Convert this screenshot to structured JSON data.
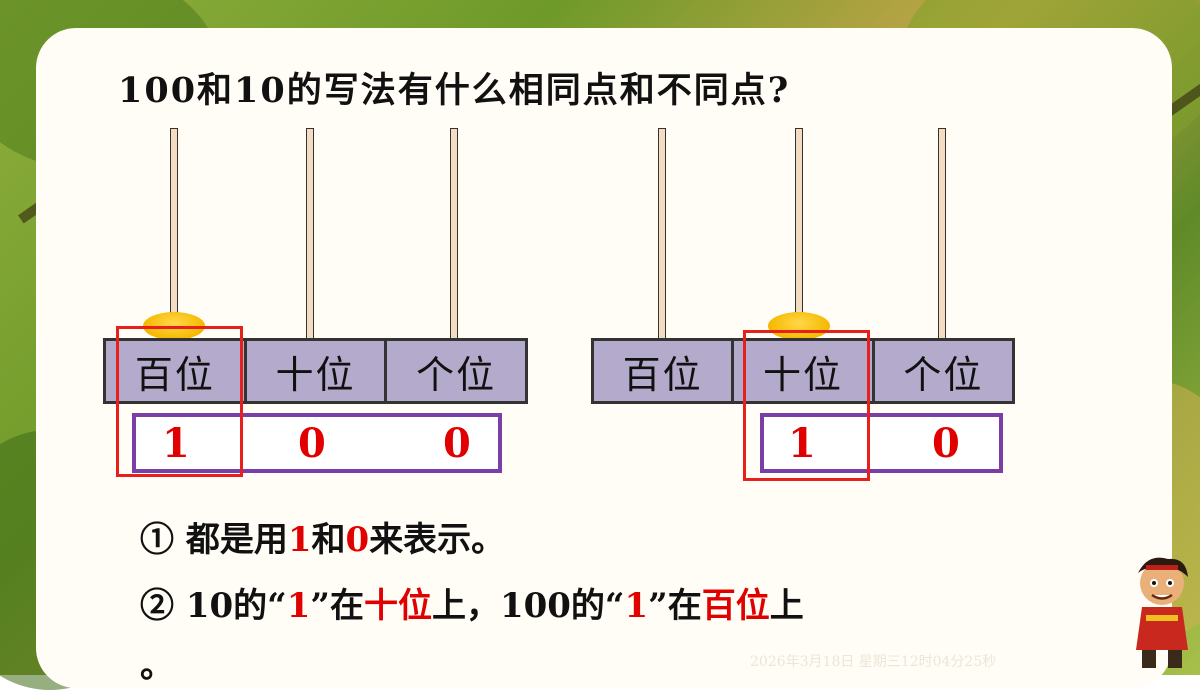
{
  "title": "100和10的写法有什么相同点和不同点?",
  "left_abacus": {
    "places": [
      "百位",
      "十位",
      "个位"
    ],
    "digits": [
      "1",
      "0",
      "0"
    ]
  },
  "right_abacus": {
    "places": [
      "百位",
      "十位",
      "个位"
    ],
    "digits": [
      "1",
      "0"
    ]
  },
  "point1": {
    "marker": "①",
    "t1": "都是用",
    "r1": "1",
    "t2": "和",
    "r2": "0",
    "t3": "来表示。"
  },
  "point2": {
    "marker": "②",
    "t1": "10的“",
    "r1": "1",
    "t2": "”在",
    "r2": "十位",
    "t3": "上，100的“",
    "r3": "1",
    "t4": "”在",
    "r4": "百位",
    "t5": "上",
    "tail": "。"
  },
  "timestamp": "2026年3月18日 星期三12时04分25秒",
  "colors": {
    "accent_red": "#e00000",
    "box_purple": "#7a3fa6",
    "bead": "#f5b800",
    "base_fill": "#b4aacb"
  },
  "icons": {
    "mascot": "cartoon-character-icon"
  }
}
